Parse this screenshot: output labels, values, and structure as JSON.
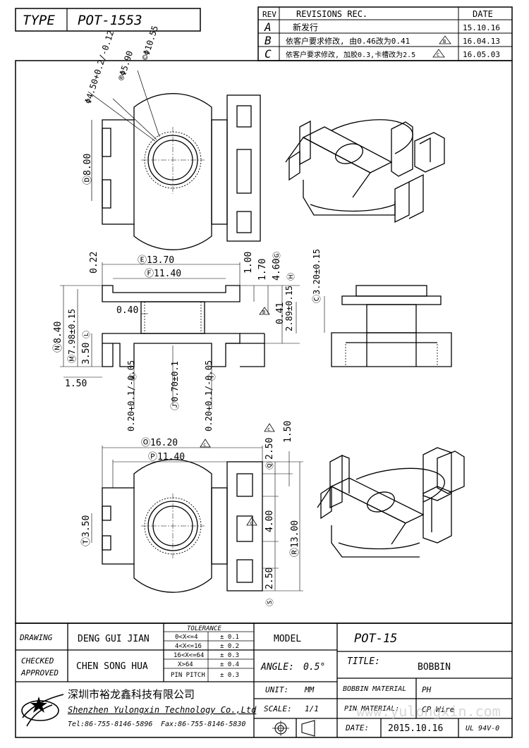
{
  "header": {
    "type_label": "TYPE",
    "type_value": "POT-1553",
    "rev_col": "REV",
    "rec_col": "REVISIONS REC.",
    "date_col": "DATE",
    "revisions": [
      {
        "rev": "A",
        "text": "新发行",
        "mark": "",
        "date": "15.10.16"
      },
      {
        "rev": "B",
        "text": "依客户要求修改, 由0.46改为0.41",
        "mark": "B",
        "date": "16.04.13"
      },
      {
        "rev": "C",
        "text": "依客户要求修改, 加胶0.3,卡槽改为2.5",
        "mark": "C",
        "date": "16.05.03"
      }
    ]
  },
  "dims": {
    "c_diam": "©Φ10.55",
    "b_diam": "®Φ5.90",
    "a_diam": "Φ4.50+0.2/-0.12",
    "a_tag": "Ⓐ",
    "d_8": "Ⓓ8.00",
    "e_1370": "Ⓔ13.70",
    "f_1140": "Ⓕ11.40",
    "v022": "0.22",
    "v100": "1.00",
    "v170": "1.70",
    "v460": "4.60",
    "g_tag": "Ⓖ",
    "h_tag": "Ⓗ",
    "v320": "Ⓒ3.20±0.15",
    "v041": "0.41",
    "b_tag": "B",
    "v289": "2.89±0.15",
    "v040": "0.40",
    "v840": "Ⓝ8.40",
    "v798": "Ⓜ7.98±0.15",
    "v350": "3.50",
    "l_tag": "Ⓛ",
    "v150": "1.50",
    "k_tag": "Ⓚ",
    "v020a": "0.20+0.1/-0.05",
    "j070": "Ⓙ0.70±0.1",
    "i_tag": "Ⓘ",
    "v020b": "0.20+0.1/-0.05",
    "o1620": "Ⓞ16.20",
    "c_tag": "c",
    "p1140": "Ⓟ11.40",
    "v250a": "2.50",
    "v150b": "1.50",
    "q_tag": "Ⓠ",
    "t350": "Ⓣ3.50",
    "v400": "4.00",
    "r1300": "Ⓡ13.00",
    "v250b": "2.50",
    "s_tag": "Ⓢ"
  },
  "titleblock": {
    "drawing_label": "DRAWING",
    "drawing_name": "DENG GUI JIAN",
    "checked_label": "CHECKED",
    "approved_label": "APPROVED",
    "checked_name": "CHEN SONG HUA",
    "tolerance_label": "TOLERANCE",
    "tolerances": [
      {
        "range": "0<X<=4",
        "tol": "± 0.1"
      },
      {
        "range": "4<X<=16",
        "tol": "± 0.2"
      },
      {
        "range": "16<X<=64",
        "tol": "± 0.3"
      },
      {
        "range": "X>64",
        "tol": "± 0.4"
      },
      {
        "range": "PIN PITCH",
        "tol": "± 0.3"
      }
    ],
    "model_label": "MODEL",
    "model_value": "POT-15",
    "angle_label": "ANGLE:",
    "angle_value": "0.5°",
    "title_label": "TITLE:",
    "title_value": "BOBBIN",
    "company_cn": "深圳市裕龙鑫科技有限公司",
    "company_en": "Shenzhen Yulongxin Technology Co.,Ltd",
    "phone": "Tel:86-755-8146-5896",
    "fax": "Fax:86-755-8146-5830",
    "unit_label": "UNIT:",
    "unit_value": "MM",
    "scale_label": "SCALE:",
    "scale_value": "1/1",
    "bobbin_mat_label": "BOBBIN MATERIAL",
    "bobbin_mat_value": "PH",
    "pin_mat_label": "PIN MATERIAL:",
    "pin_mat_value": "CP Wire",
    "date_label": "DATE:",
    "date_value": "2015.10.16",
    "ul": "UL 94V-0",
    "watermark": "www.yulongxin.com"
  }
}
